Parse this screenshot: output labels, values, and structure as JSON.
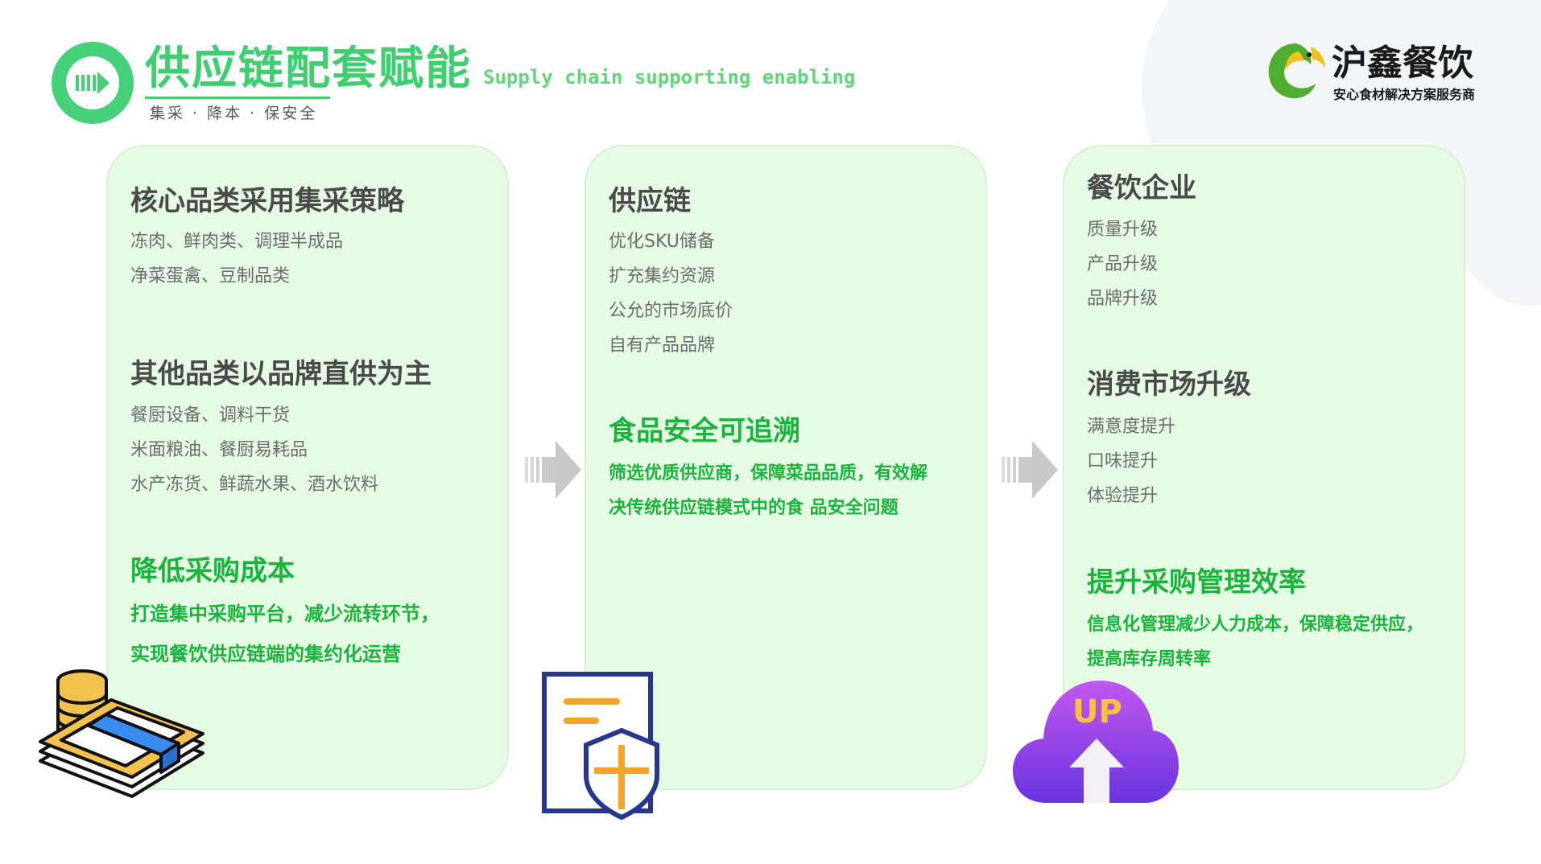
{
  "header": {
    "title": "供应链配套赋能",
    "subtitle": "集采 · 降本 · 保安全",
    "title_en": "Supply chain supporting enabling",
    "accent_color": "#3fcf70"
  },
  "logo": {
    "name": "沪鑫餐饮",
    "tagline": "安心食材解决方案服务商"
  },
  "cards": [
    {
      "sections": [
        {
          "heading": "核心品类采用集采策略",
          "items": [
            "冻肉、鲜肉类、调理半成品",
            "净菜蛋禽、豆制品类"
          ]
        },
        {
          "heading": "其他品类以品牌直供为主",
          "items": [
            "餐厨设备、调料干货",
            "米面粮油、餐厨易耗品",
            "水产冻货、鲜蔬水果、酒水饮料"
          ]
        }
      ],
      "highlight": {
        "heading": "降低采购成本",
        "lines": [
          "打造集中采购平台，减少流转环节，",
          "实现餐饮供应链端的集约化运营"
        ]
      },
      "illustration": "money-stack-icon"
    },
    {
      "sections": [
        {
          "heading": "供应链",
          "items": [
            "优化SKU储备",
            "扩充集约资源",
            "公允的市场底价",
            "自有产品品牌"
          ]
        }
      ],
      "highlight": {
        "heading": "食品安全可追溯",
        "lines": [
          "筛选优质供应商，保障菜品品质，有效解",
          "决传统供应链模式中的食  品安全问题"
        ]
      },
      "illustration": "document-shield-icon"
    },
    {
      "sections": [
        {
          "heading": "餐饮企业",
          "items": [
            "质量升级",
            "产品升级",
            "品牌升级"
          ]
        },
        {
          "heading": "消费市场升级",
          "items": [
            "满意度提升",
            "口味提升",
            "体验提升"
          ]
        }
      ],
      "highlight": {
        "heading": "提升采购管理效率",
        "lines": [
          "信息化管理减少人力成本，保障稳定供应，",
          "提高库存周转率"
        ]
      },
      "illustration": "cloud-upload-icon",
      "badge": "UP"
    }
  ],
  "colors": {
    "card_bg": "#e5fbe4",
    "highlight_green": "#19b43c",
    "arrow_gray": "#cfcfcf"
  }
}
